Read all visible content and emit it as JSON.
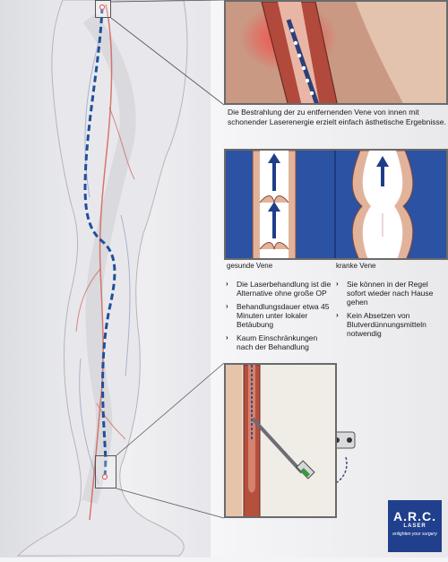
{
  "captions": {
    "irradiation": "Die Bestrahlung der zu entfernenden Vene von innen mit schonender Laserenergie erzielt einfach ästhetische Ergebnisse."
  },
  "vein_labels": {
    "healthy": "gesunde Vene",
    "diseased": "kranke Vene"
  },
  "benefits": {
    "left": [
      "Die Laserbehandlung ist die Alternative ohne große OP",
      "Behandlungsdauer etwa 45 Minuten unter lokaler Betäubung",
      "Kaum Einschränkungen nach der Behandlung"
    ],
    "right": [
      "Sie können in der Regel sofort wieder nach Hause gehen",
      "Kein Absetzen von Blutverdünnungsmitteln notwendig"
    ]
  },
  "logo": {
    "brand": "A.R.C.",
    "sub": "LASER",
    "tagline": "enlighten your surgery"
  },
  "colors": {
    "vein_blue": "#1f4f9c",
    "vein_red": "#c83a2c",
    "panel_blue": "#2b52a3",
    "logo_blue": "#203f8c"
  }
}
